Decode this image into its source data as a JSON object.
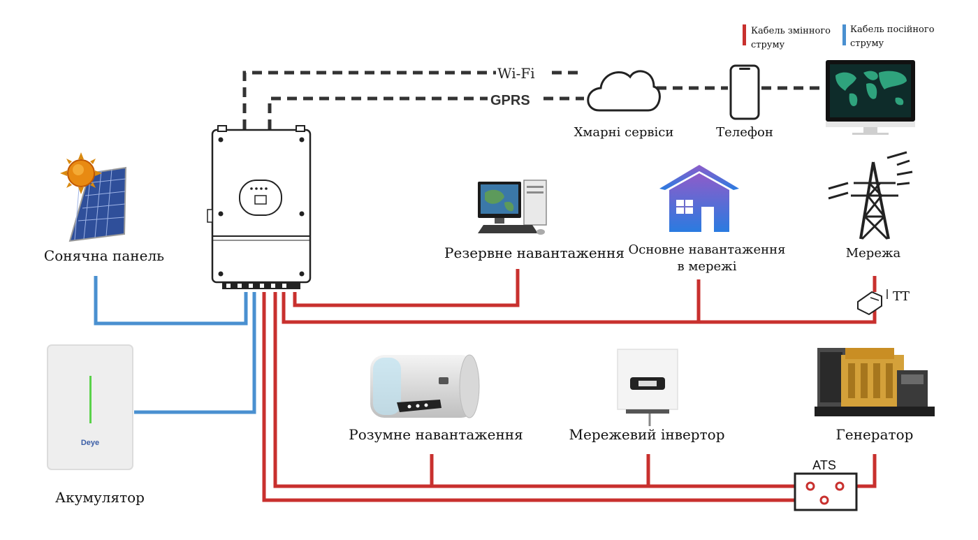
{
  "legend": {
    "ac_label": "Кабель змінного струму",
    "dc_label": "Кабель посійного струму"
  },
  "colors": {
    "ac": "#c8302e",
    "dc": "#4a90d0",
    "comm": "#333333"
  },
  "comm": {
    "wifi": "Wi-Fi",
    "gprs": "GPRS"
  },
  "nodes": {
    "solar_panel": "Сонячна панель",
    "battery": "Акумулятор",
    "battery_brand": "Deye",
    "backup_load": "Резервне навантаження",
    "main_load": "Основне навантаження в мережі",
    "grid": "Мережа",
    "ct": "ТТ",
    "cloud": "Хмарні сервіси",
    "phone": "Телефон",
    "smart_load": "Розумне навантаження",
    "grid_inverter": "Мережевий інвертор",
    "generator": "Генератор",
    "ats": "ATS"
  }
}
